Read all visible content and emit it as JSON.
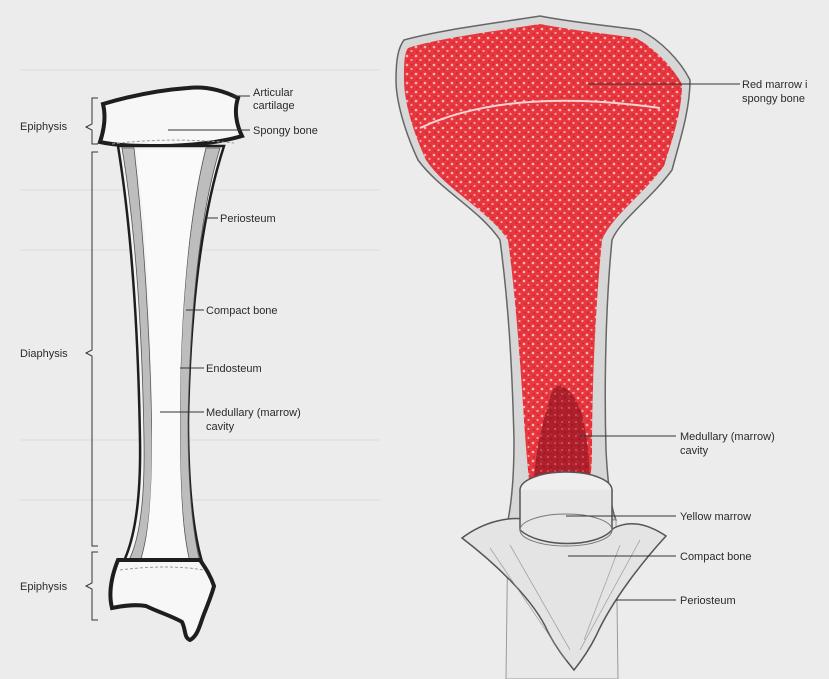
{
  "left_figure": {
    "labels": {
      "epiphysis_top": "Epiphysis",
      "diaphysis": "Diaphysis",
      "epiphysis_bottom": "Epiphysis",
      "articular_cartilage_line1": "Articular",
      "articular_cartilage_line2": "cartilage",
      "spongy_bone": "Spongy bone",
      "periosteum": "Periosteum",
      "compact_bone": "Compact bone",
      "endosteum": "Endosteum",
      "medullary_line1": "Medullary (marrow)",
      "medullary_line2": "cavity"
    }
  },
  "right_figure": {
    "labels": {
      "red_marrow_line1": "Red marrow i",
      "red_marrow_line2": "spongy bone",
      "medullary_line1": "Medullary (marrow)",
      "medullary_line2": "cavity",
      "yellow_marrow": "Yellow marrow",
      "compact_bone": "Compact bone",
      "periosteum": "Periosteum"
    },
    "colors": {
      "red_marrow": "#e0323c",
      "dark_marrow": "#a51e2a"
    }
  }
}
